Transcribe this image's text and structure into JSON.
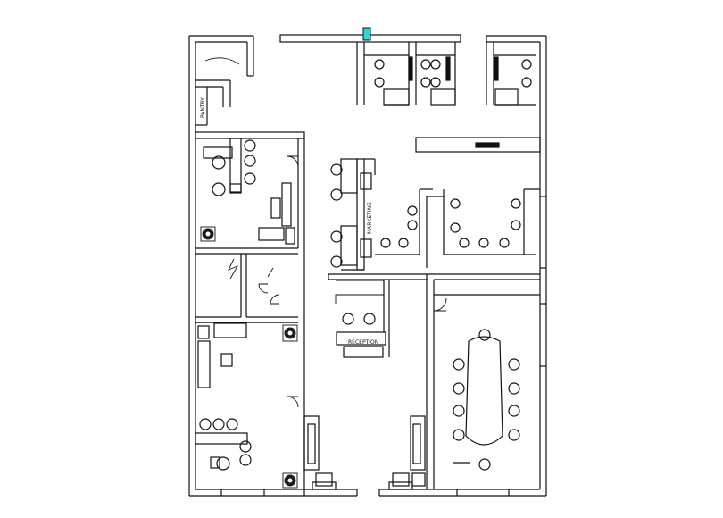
{
  "floor_plan": {
    "labels": {
      "pantry": "PANTRY",
      "marketing": "MARKETING",
      "reception": "RECEPTION"
    },
    "colors": {
      "line": "#111111",
      "background": "#ffffff",
      "marker": "#2fd6d6",
      "plant": "#222222"
    }
  }
}
